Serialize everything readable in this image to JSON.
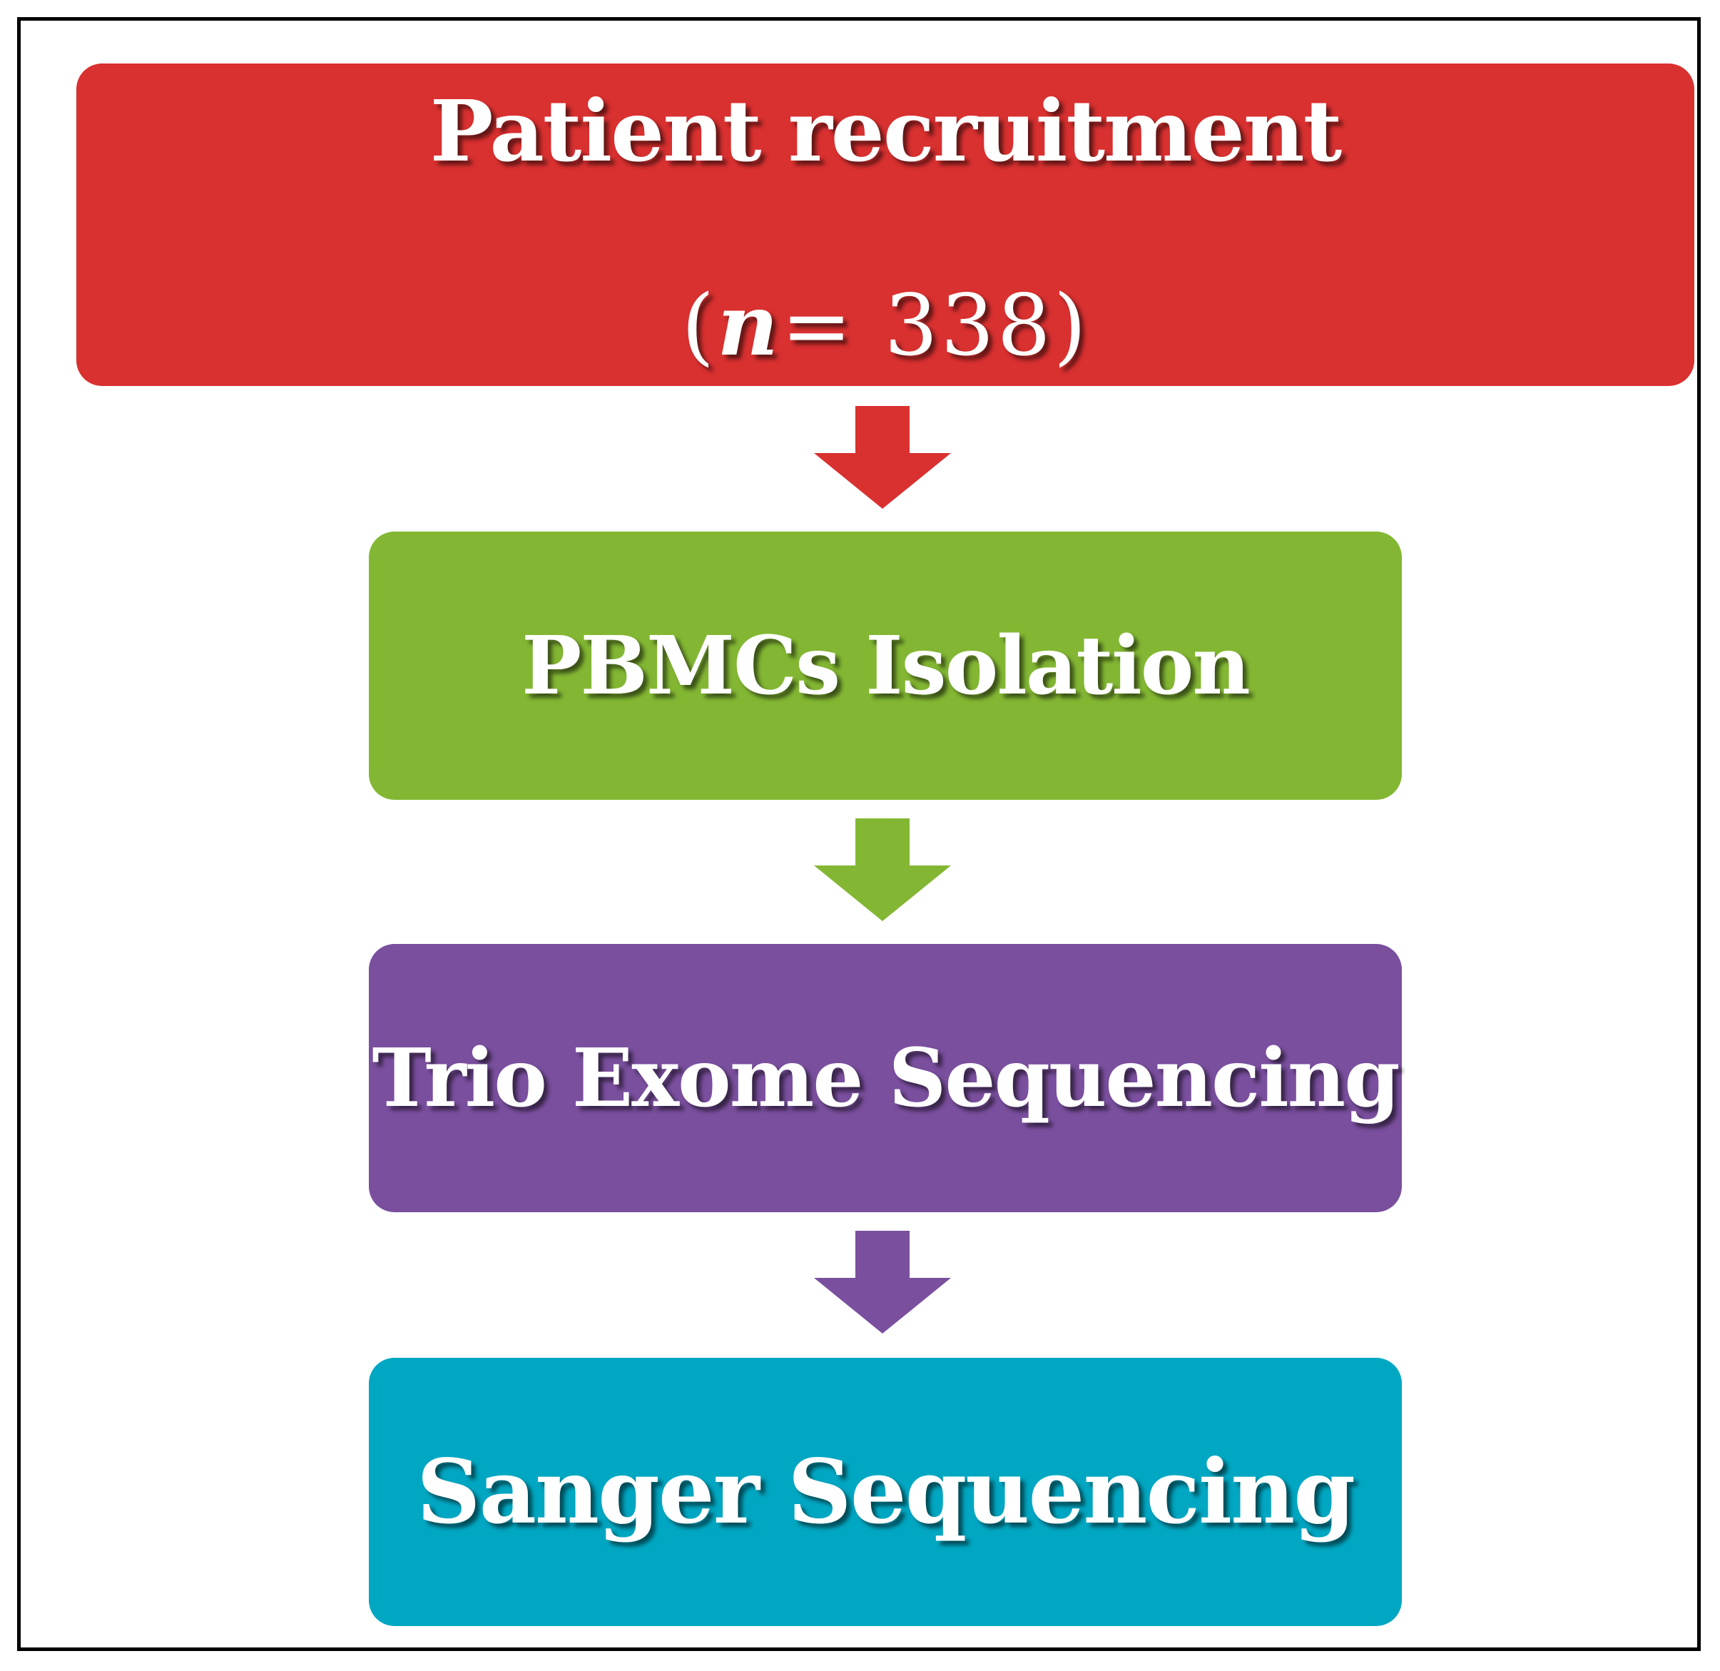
{
  "colors": {
    "step_1": "#d93030",
    "step_2": "#83b733",
    "step_3": "#7a4f9e",
    "step_4": "#00a7c2",
    "text": "#ffffff",
    "border": "#000000"
  },
  "steps": [
    {
      "title": "Patient recruitment",
      "count_open": "(",
      "count_var": "n",
      "count_rest": "= 338",
      "count_close": ")"
    },
    {
      "title": "PBMCs Isolation"
    },
    {
      "title": "Trio Exome Sequencing"
    },
    {
      "title": "Sanger Sequencing"
    }
  ],
  "arrows": [
    {
      "icon": "down-arrow-icon",
      "color": "#d93030"
    },
    {
      "icon": "down-arrow-icon",
      "color": "#83b733"
    },
    {
      "icon": "down-arrow-icon",
      "color": "#7a4f9e"
    }
  ]
}
